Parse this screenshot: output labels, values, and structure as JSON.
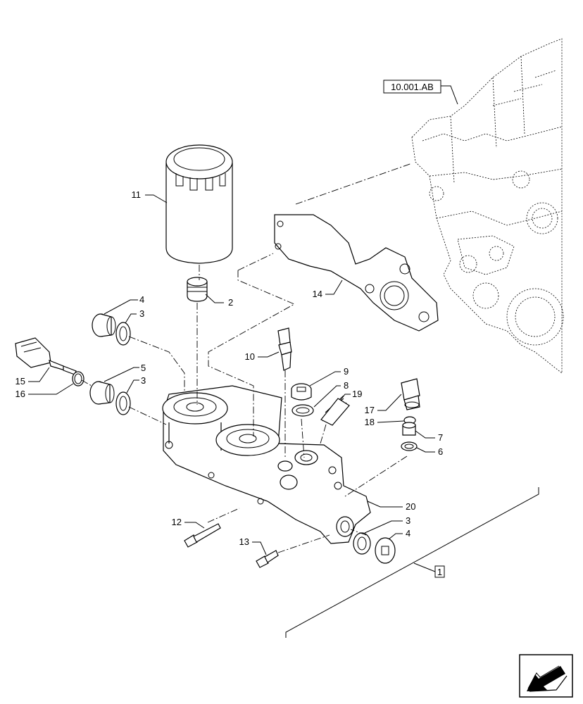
{
  "diagram": {
    "reference_box": "10.001.AB",
    "group_box": "1",
    "callouts": [
      "1",
      "2",
      "3",
      "4",
      "5",
      "6",
      "7",
      "8",
      "9",
      "10",
      "11",
      "12",
      "13",
      "14",
      "15",
      "16",
      "17",
      "18",
      "19",
      "20"
    ],
    "labels": {
      "c11": "11",
      "c2": "2",
      "c4a": "4",
      "c3a": "3",
      "c5": "5",
      "c3b": "3",
      "c15": "15",
      "c16": "16",
      "c10": "10",
      "c9": "9",
      "c8": "8",
      "c19": "19",
      "c17": "17",
      "c18": "18",
      "c7": "7",
      "c6": "6",
      "c20": "20",
      "c3c": "3",
      "c4b": "4",
      "c12": "12",
      "c13": "13",
      "c14": "14"
    }
  },
  "navigation": {
    "icon": "next-page-arrow-icon"
  }
}
